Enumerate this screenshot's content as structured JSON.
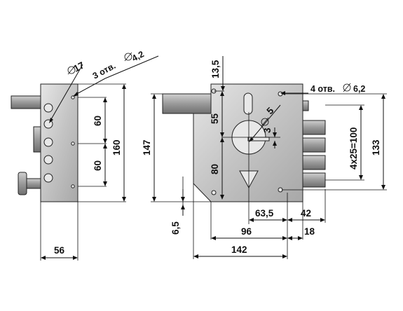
{
  "labels": {
    "hole_d17": "17",
    "holes_side": "3 отв.",
    "holes_side_d": "4,2",
    "top_offset": "13,5",
    "holes_front": "4 отв.",
    "holes_front_d": "6,2",
    "spindle_d": "5",
    "side_60_top": "60",
    "side_60_bottom": "60",
    "side_160": "160",
    "depth_56": "56",
    "front_147": "147",
    "front_55": "55",
    "front_80": "80",
    "front_3": "3",
    "front_133": "133",
    "bolts_pitch": "4x25=100",
    "bottom_6_5": "6,5",
    "bottom_63_5": "63,5",
    "bottom_42": "42",
    "bottom_96": "96",
    "bottom_18": "18",
    "bottom_142": "142"
  },
  "colors": {
    "metal_light": "#dcdcdc",
    "metal_dark": "#8f8f8f",
    "ink": "#111111"
  }
}
